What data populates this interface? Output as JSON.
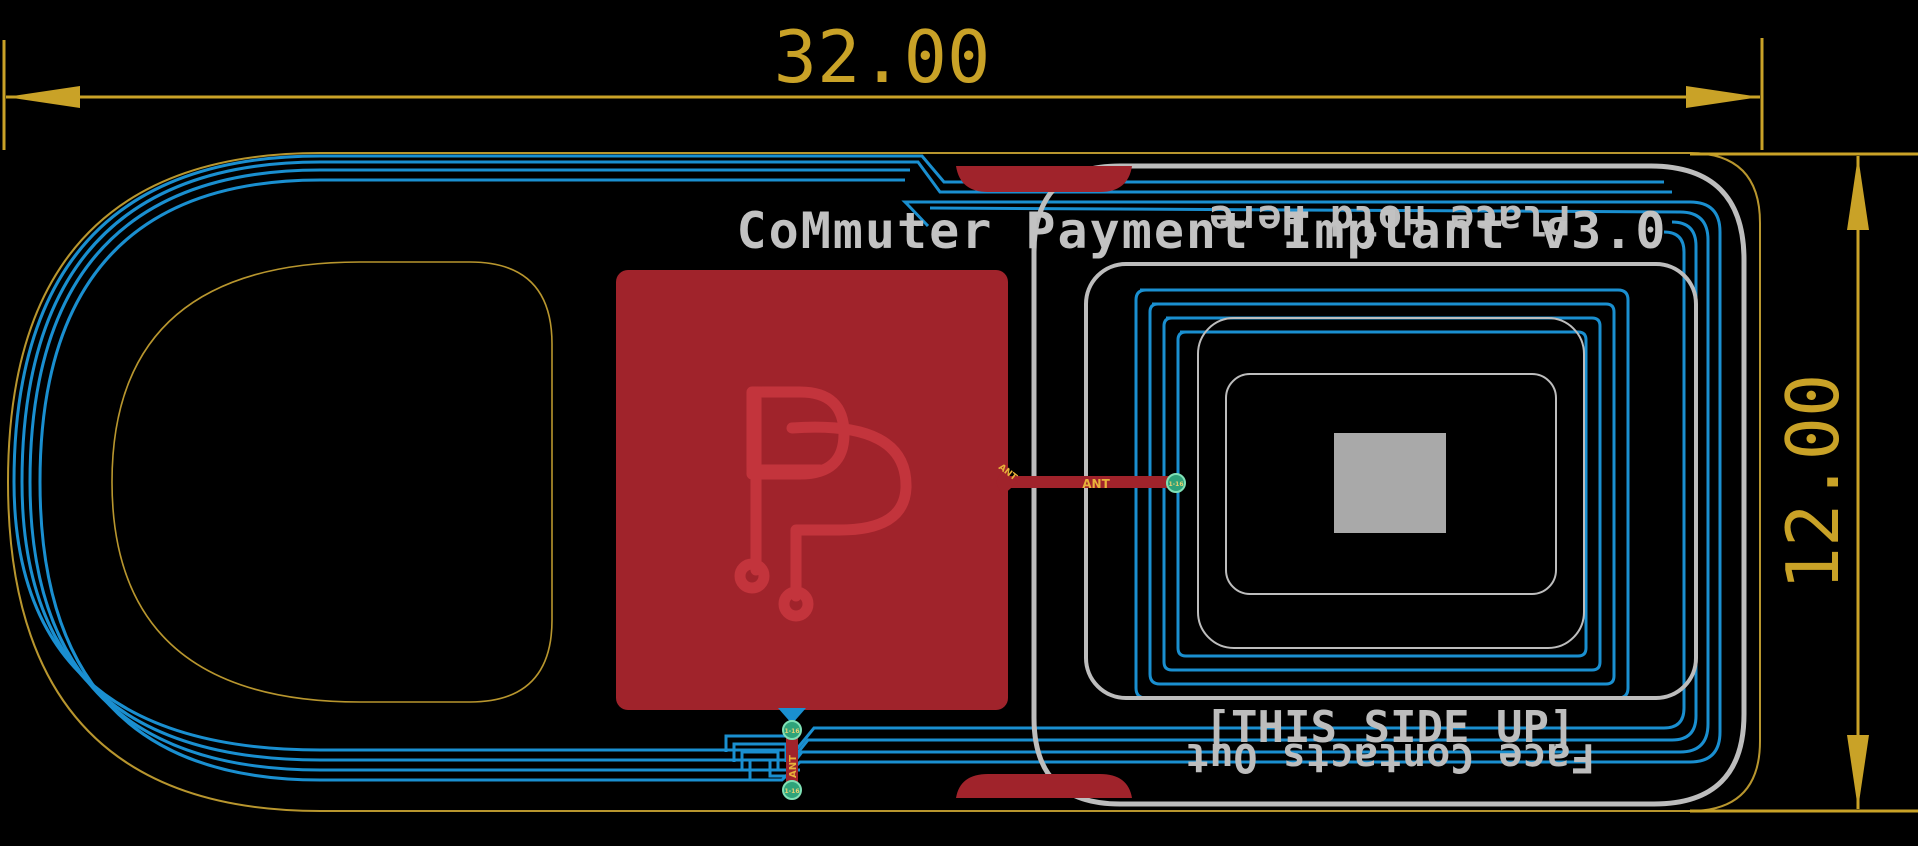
{
  "board": {
    "dimension_width": "32.00",
    "dimension_height": "12.00",
    "title_silkscreen": "CoMmuter Payment Implant v3.0",
    "title_mirrored": "Place Hold Here",
    "orientation_note": "[THIS SIDE UP]",
    "orientation_mirrored": "Face Contacts Out",
    "net_label": "ANT",
    "pad_label": "1-16",
    "colors": {
      "background": "#000000",
      "dimension": "#C9A227",
      "outline": "#B8962E",
      "copper_top": "#A0232B",
      "copper_bottom": "#1A8FD0",
      "silkscreen": "#BDBDBD",
      "via": "#2FA37A",
      "logo": "#C3343C"
    }
  }
}
